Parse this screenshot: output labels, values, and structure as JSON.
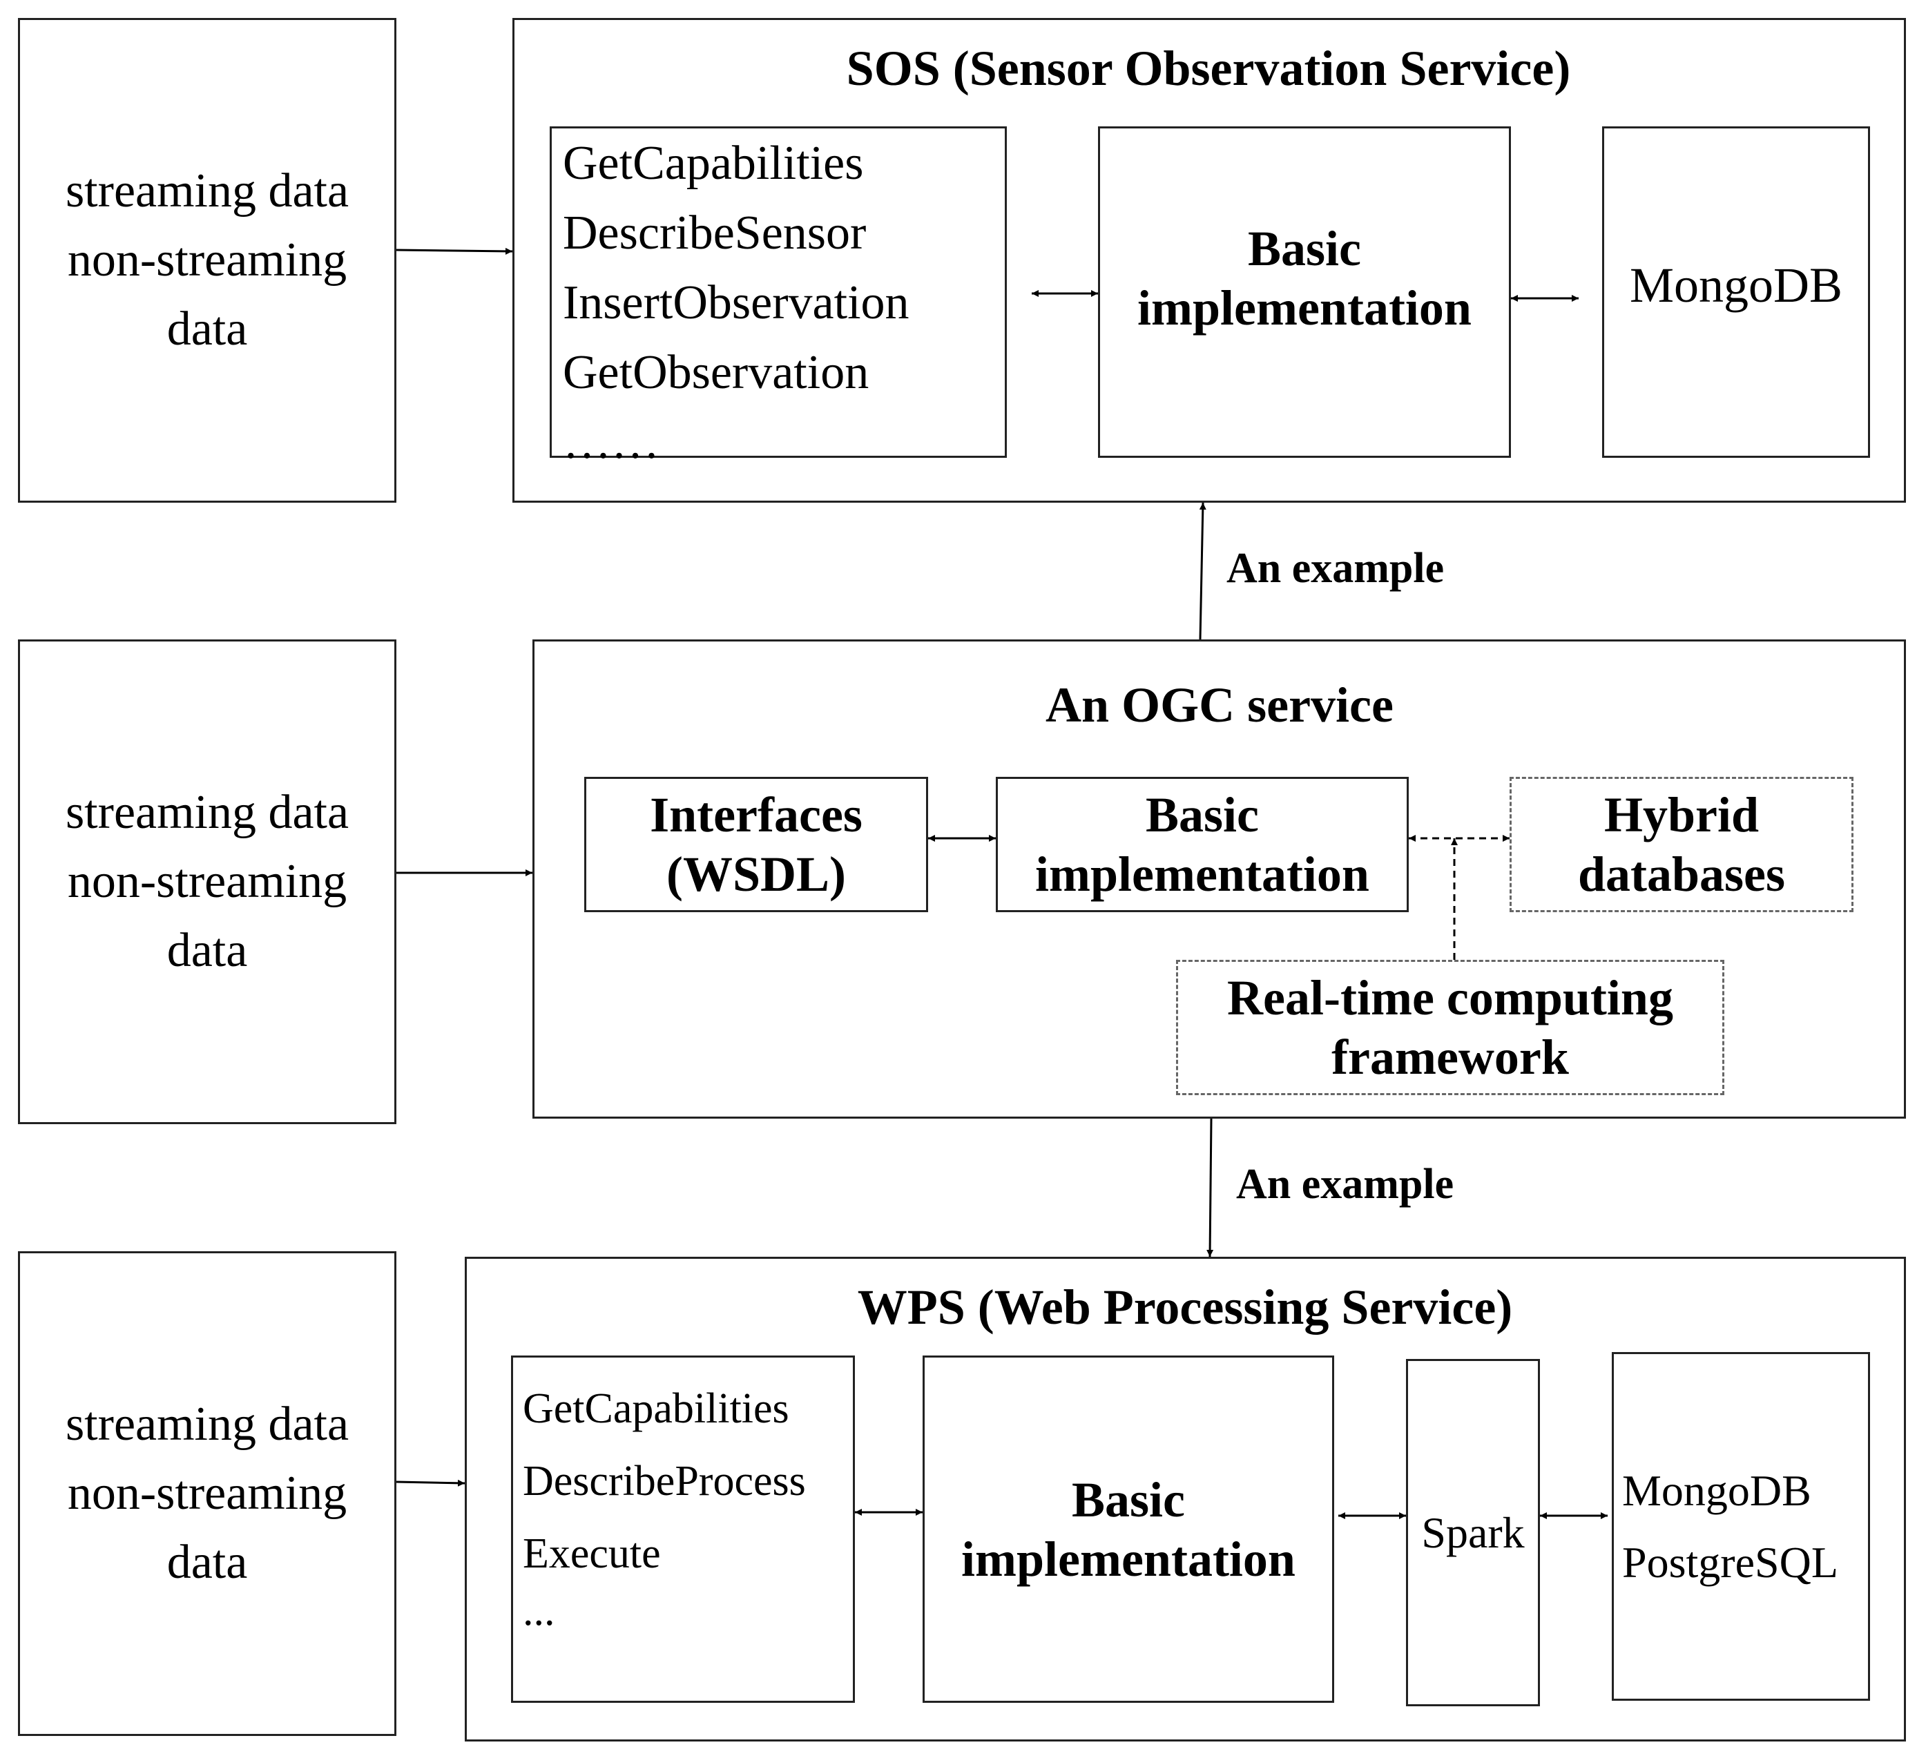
{
  "inputs": [
    {
      "streaming": "streaming data",
      "nonstreaming_1": "non-streaming",
      "nonstreaming_2": "data"
    },
    {
      "streaming": "streaming data",
      "nonstreaming_1": "non-streaming",
      "nonstreaming_2": "data"
    },
    {
      "streaming": "streaming data",
      "nonstreaming_1": "non-streaming",
      "nonstreaming_2": "data"
    }
  ],
  "sos": {
    "title": "SOS (Sensor Observation Service)",
    "ops": [
      "GetCapabilities",
      "DescribeSensor",
      "InsertObservation",
      "GetObservation",
      "……"
    ],
    "basic_1": "Basic",
    "basic_2": "implementation",
    "db": "MongoDB"
  },
  "ogc": {
    "title": "An OGC service",
    "interfaces_1": "Interfaces",
    "interfaces_2": "(WSDL)",
    "basic_1": "Basic",
    "basic_2": "implementation",
    "hybrid_1": "Hybrid",
    "hybrid_2": "databases",
    "realtime_1": "Real-time computing",
    "realtime_2": "framework"
  },
  "wps": {
    "title": "WPS (Web Processing Service)",
    "ops": [
      "GetCapabilities",
      "DescribeProcess",
      "Execute",
      "..."
    ],
    "basic_1": "Basic",
    "basic_2": "implementation",
    "spark": "Spark",
    "dbs": [
      "MongoDB",
      "PostgreSQL"
    ]
  },
  "example_up": "An example",
  "example_down": "An example"
}
